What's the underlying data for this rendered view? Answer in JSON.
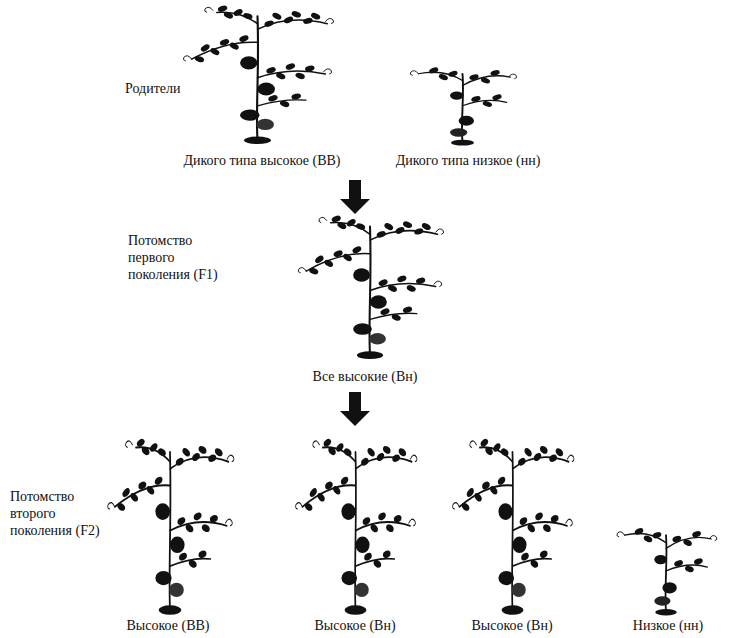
{
  "diagram": {
    "labels": [
      "Родители",
      "Дикого типа высокое (ВВ)",
      "Дикого типа низкое (нн)",
      "Потомство первого поколения (F1)",
      "Все высокие (Вн)",
      "Потомство второго поколения (F2)",
      "Высокое (ВВ)",
      "Высокое (Вн)",
      "Высокое (Вн)",
      "Низкое (нн)"
    ]
  }
}
